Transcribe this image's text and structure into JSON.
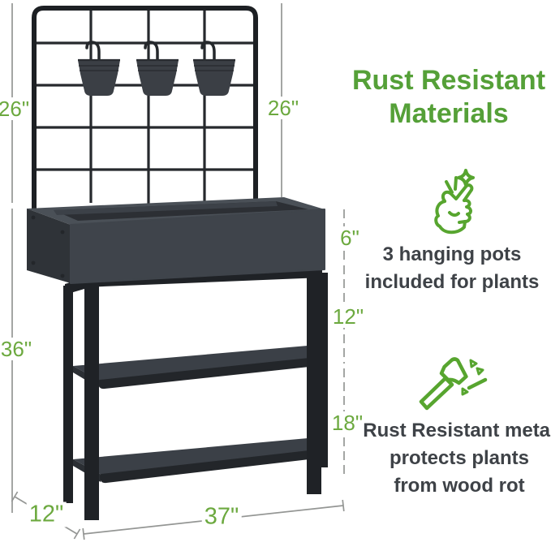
{
  "dimensions": {
    "trellis_left": "26\"",
    "trellis_right": "26\"",
    "planter_depth": "6\"",
    "planter_to_shelf_gap": "12\"",
    "shelf_to_shelf_gap": "18\"",
    "stand_height": "36\"",
    "base_depth": "12\"",
    "base_width": "37\""
  },
  "headline": {
    "line1": "Rust Resistant",
    "line2": "Materials"
  },
  "features": [
    {
      "icon": "snap-fingers-sparkle-icon",
      "lines": [
        "3 hanging pots",
        "included for plants"
      ]
    },
    {
      "icon": "hammer-nail-icon",
      "lines": [
        "Rust Resistant metal",
        "protects plants",
        "from wood rot"
      ]
    }
  ],
  "colors": {
    "title_green": "#55a038",
    "label_green": "#6ca93f",
    "icon_green": "#57a52f",
    "dimension_line_gray": "#949694",
    "metal_dark": "#1f2226",
    "planter_front_gray": "#3f444b",
    "body_text": "#3e4247"
  }
}
